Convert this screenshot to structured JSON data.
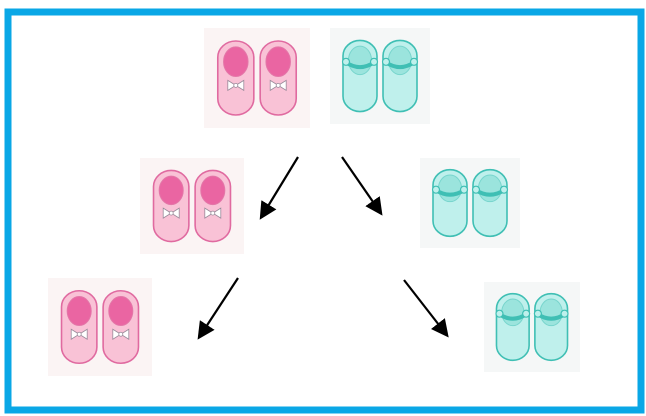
{
  "colors": {
    "frame": "#0aa7e6",
    "pink_outline": "#e06aa0",
    "pink_light": "#f9c2d6",
    "pink_inner": "#e8559a",
    "pink_bg": "#fbf4f4",
    "teal_outline": "#3fbfb4",
    "teal_light": "#bff0ec",
    "teal_inner": "#7fdcd2",
    "teal_bg": "#f5f7f7",
    "arrow": "#000000"
  },
  "diagram": {
    "nodes": [
      {
        "name": "pink-shoes-top",
        "kind": "pink"
      },
      {
        "name": "teal-shoes-top",
        "kind": "teal"
      },
      {
        "name": "pink-shoes-middle",
        "kind": "pink"
      },
      {
        "name": "teal-shoes-middle",
        "kind": "teal"
      },
      {
        "name": "pink-shoes-bottom",
        "kind": "pink"
      },
      {
        "name": "teal-shoes-bottom",
        "kind": "teal"
      }
    ],
    "edges": [
      {
        "name": "arrow-top-to-pink-middle",
        "direction": "down-left"
      },
      {
        "name": "arrow-top-to-teal-middle",
        "direction": "down-right"
      },
      {
        "name": "arrow-pink-middle-to-bottom",
        "direction": "down-left"
      },
      {
        "name": "arrow-teal-middle-to-bottom",
        "direction": "down-right"
      }
    ]
  }
}
